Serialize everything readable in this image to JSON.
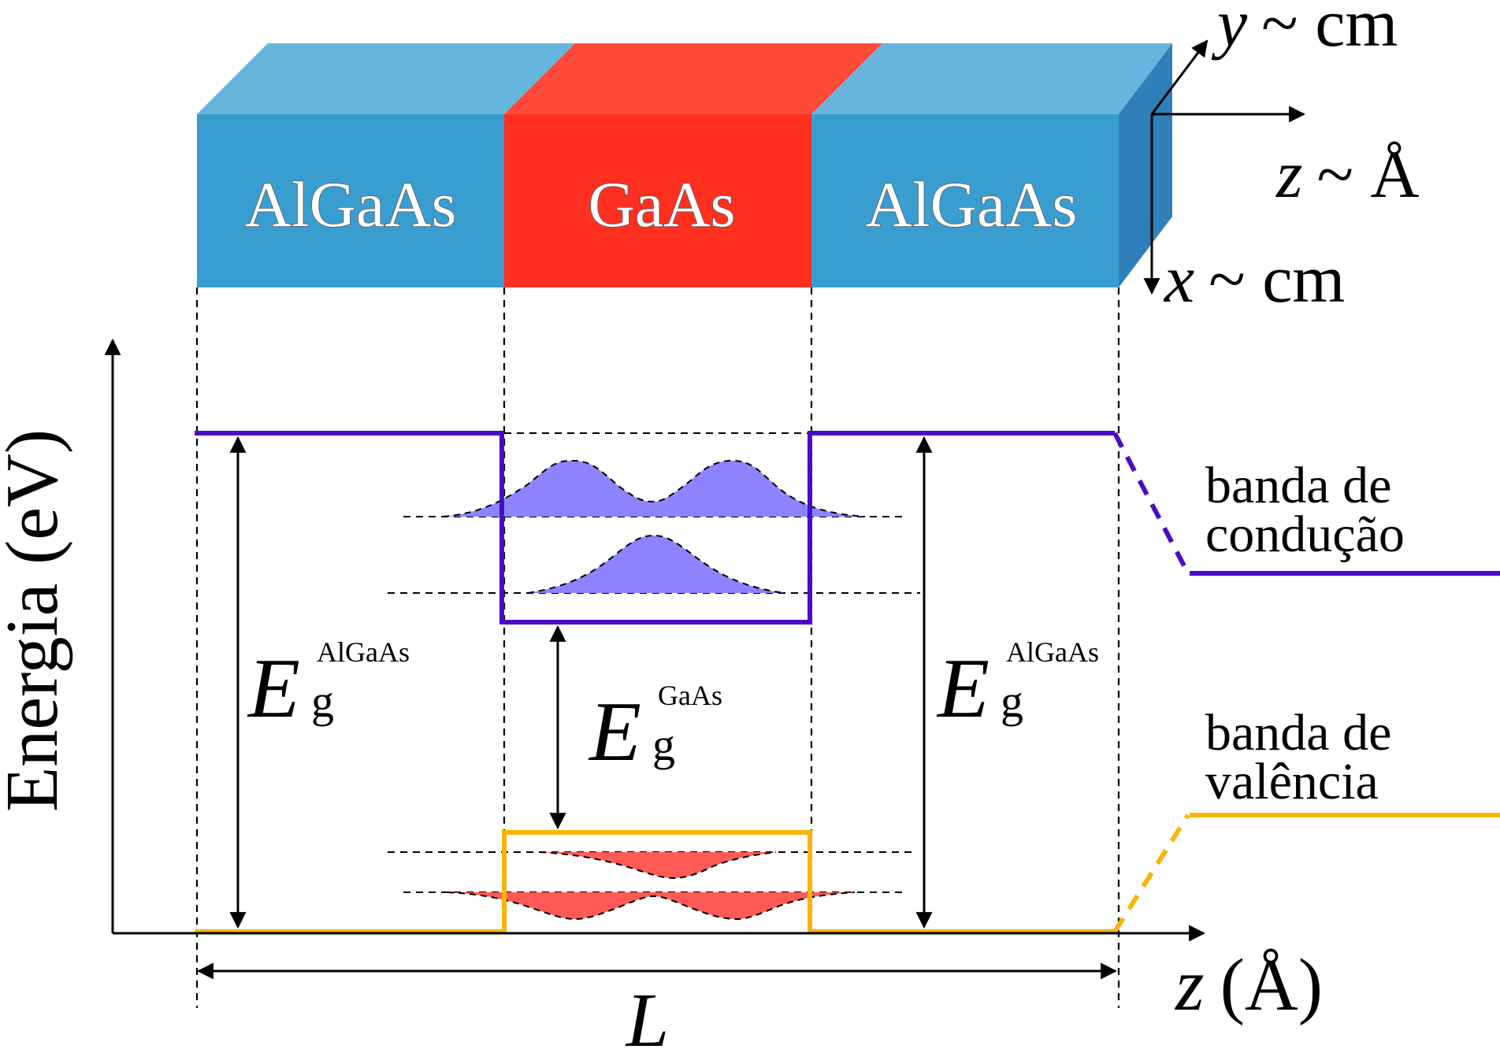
{
  "layers": [
    {
      "label": "AlGaAs",
      "color": "#3a9dd0"
    },
    {
      "label": "GaAs",
      "color": "#ff3020"
    },
    {
      "label": "AlGaAs",
      "color": "#3a9dd0"
    }
  ],
  "colors": {
    "conduction": "#4a0bc8",
    "valence": "#fbb40a",
    "electron_wave": "#8c83ff",
    "hole_wave": "#ff5a55",
    "blue_top": "#67b4dc",
    "red_top": "#ff4a3a",
    "blue_side": "#2f7fba"
  },
  "axes": {
    "y_label": "Energia (eV)",
    "x_label_var": "z",
    "x_label_unit": "(Å)",
    "length_label": "L"
  },
  "coords": {
    "y": {
      "var": "y",
      "unit": "~ cm"
    },
    "z": {
      "var": "z",
      "unit": "~ Å"
    },
    "x": {
      "var": "x",
      "unit": "~ cm"
    }
  },
  "gaps": {
    "left": {
      "symbol": "E",
      "sub": "g",
      "sup": "AlGaAs"
    },
    "center": {
      "symbol": "E",
      "sub": "g",
      "sup": "GaAs"
    },
    "right": {
      "symbol": "E",
      "sub": "g",
      "sup": "AlGaAs"
    }
  },
  "legend": {
    "conduction": [
      "banda de",
      "condução"
    ],
    "valence": [
      "banda de",
      "valência"
    ]
  }
}
